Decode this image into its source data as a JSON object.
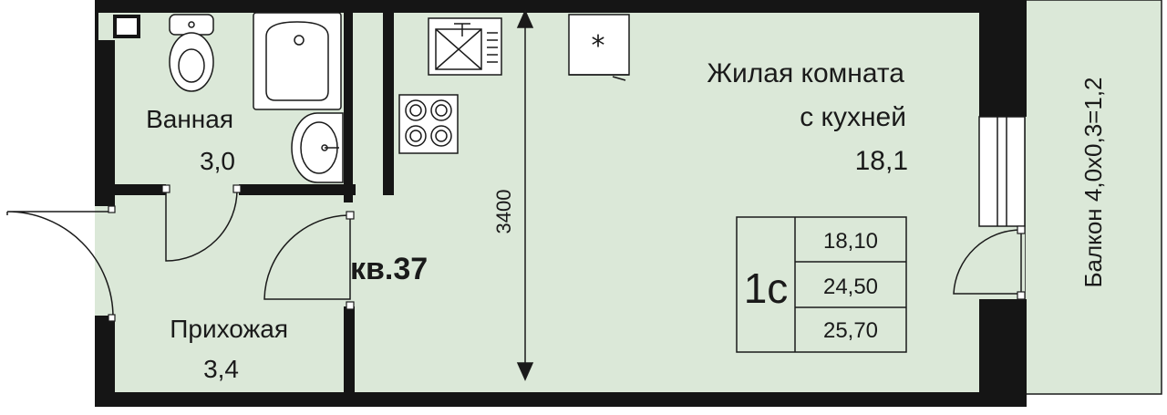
{
  "colors": {
    "floor": "#dbe8d8",
    "wall": "#151515",
    "line": "#1a1a1a",
    "background": "#ffffff"
  },
  "rooms": {
    "bathroom": {
      "name": "Ванная",
      "area": "3,0"
    },
    "hallway": {
      "name": "Прихожая",
      "area": "3,4"
    },
    "living": {
      "name_line1": "Жилая комната",
      "name_line2": "с кухней",
      "area": "18,1"
    },
    "balcony": {
      "label": "Балкон 4,0x0,3=1,2"
    }
  },
  "apartment": {
    "number": "кв.37",
    "dimension": "3400",
    "type": "1с",
    "areas": [
      "18,10",
      "24,50",
      "25,70"
    ]
  },
  "icons": [
    "toilet-icon",
    "bathtub-icon",
    "washbasin-icon",
    "sink-icon",
    "stove-icon",
    "fridge-icon"
  ]
}
